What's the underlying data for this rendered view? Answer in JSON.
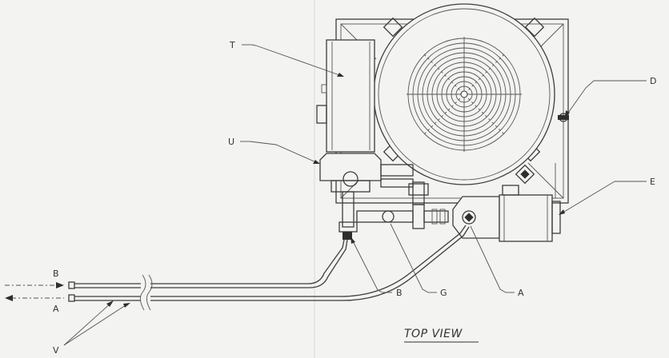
{
  "diagram": {
    "view_title": "TOP VIEW",
    "labels": {
      "T": "T",
      "U": "U",
      "D": "D",
      "E": "E",
      "B_tube": "B",
      "A_tube": "A",
      "B_fitting": "B",
      "G": "G",
      "A_fitting": "A",
      "V": "V"
    }
  }
}
